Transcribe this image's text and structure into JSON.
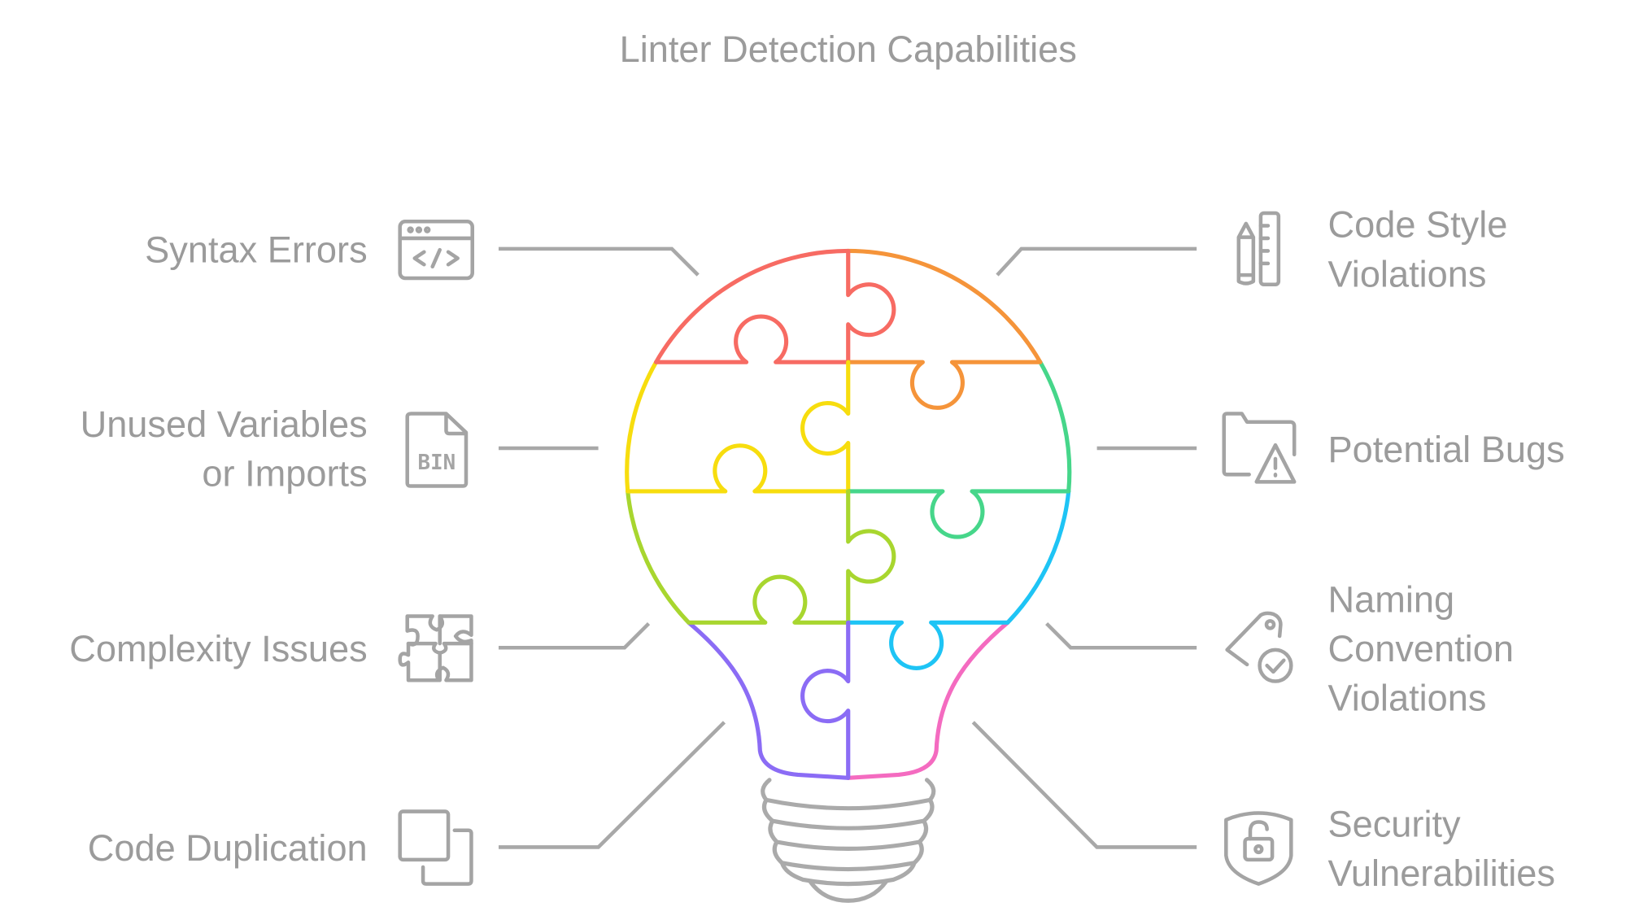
{
  "title": "Linter Detection Capabilities",
  "left_items": [
    {
      "lines": [
        "Syntax Errors"
      ],
      "icon": "code-window-icon"
    },
    {
      "lines": [
        "Unused Variables",
        "or Imports"
      ],
      "icon": "binary-file-icon",
      "icon_text": "BIN"
    },
    {
      "lines": [
        "Complexity Issues"
      ],
      "icon": "puzzle-icon"
    },
    {
      "lines": [
        "Code Duplication"
      ],
      "icon": "duplicate-icon"
    }
  ],
  "right_items": [
    {
      "lines": [
        "Code Style",
        "Violations"
      ],
      "icon": "pencil-ruler-icon"
    },
    {
      "lines": [
        "Potential Bugs"
      ],
      "icon": "folder-warning-icon"
    },
    {
      "lines": [
        "Naming",
        "Convention",
        "Violations"
      ],
      "icon": "tag-check-icon"
    },
    {
      "lines": [
        "Security",
        "Vulnerabilities"
      ],
      "icon": "shield-lock-icon"
    }
  ],
  "colors": {
    "red": "#f76b63",
    "orange": "#f5943a",
    "yellow": "#f7dd0e",
    "green": "#46d68a",
    "lime": "#a8d62f",
    "cyan": "#1ec4f5",
    "purple": "#8b6cf5",
    "pink": "#f46bc0",
    "gray": "#a8a8a8"
  }
}
